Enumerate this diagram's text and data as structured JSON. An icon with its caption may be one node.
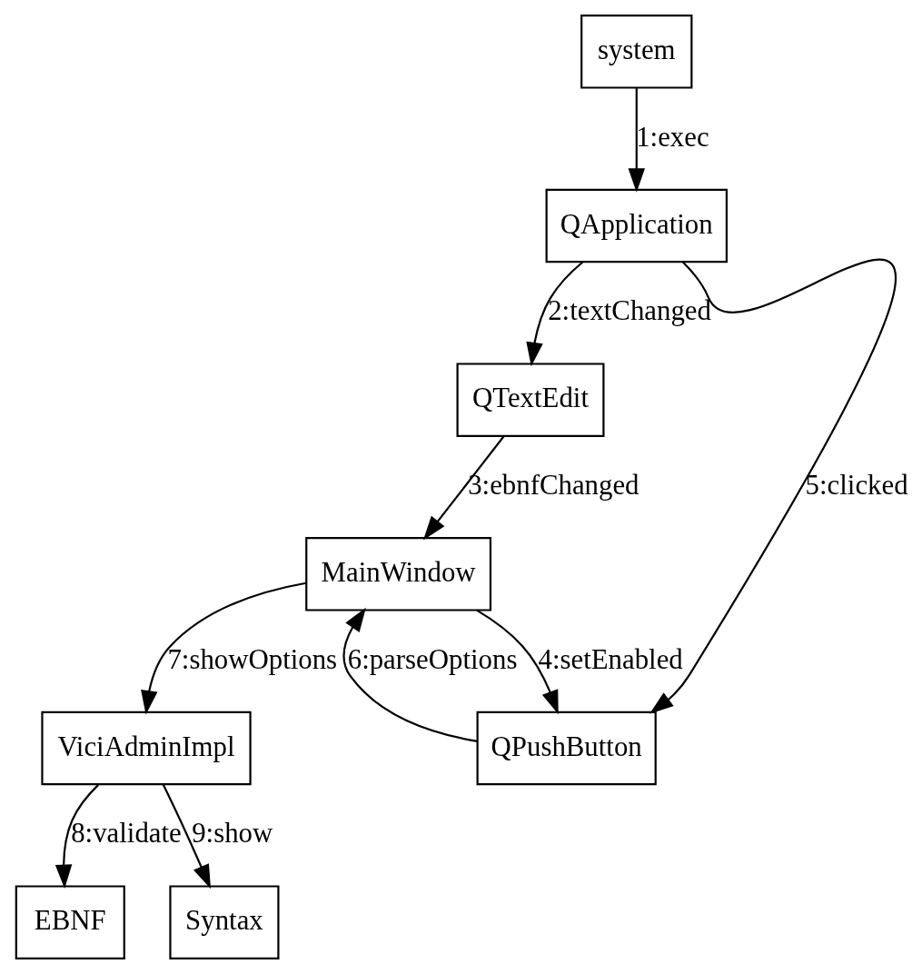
{
  "diagram": {
    "nodes": [
      {
        "text": [
          "system"
        ]
      },
      {
        "text": [
          "QApplication"
        ]
      },
      {
        "text": [
          "QTextEdit"
        ]
      },
      {
        "text": [
          "MainWindow"
        ]
      },
      {
        "text": [
          "QPushButton"
        ]
      },
      {
        "text": [
          "ViciAdminImpl"
        ]
      },
      {
        "text": [
          "EBNF"
        ]
      },
      {
        "text": [
          "Syntax"
        ]
      }
    ],
    "edges": [
      {
        "from": 0,
        "to": 1,
        "arrow": "to",
        "label": "1:exec"
      },
      {
        "from": 1,
        "to": 2,
        "arrow": "to",
        "label": "2:textChanged"
      },
      {
        "from": 2,
        "to": 3,
        "arrow": "to",
        "label": "3:ebnfChanged"
      },
      {
        "from": 3,
        "to": 4,
        "arrow": "to",
        "label": "4:setEnabled"
      },
      {
        "from": 1,
        "to": 4,
        "arrow": "to",
        "label": "5:clicked"
      },
      {
        "from": 4,
        "to": 3,
        "arrow": "to",
        "label": "6:parseOptions"
      },
      {
        "from": 3,
        "to": 5,
        "arrow": "to",
        "label": "7:showOptions"
      },
      {
        "from": 5,
        "to": 6,
        "arrow": "to",
        "label": "8:validate"
      },
      {
        "from": 5,
        "to": 7,
        "arrow": "to",
        "label": "9:show"
      }
    ]
  }
}
